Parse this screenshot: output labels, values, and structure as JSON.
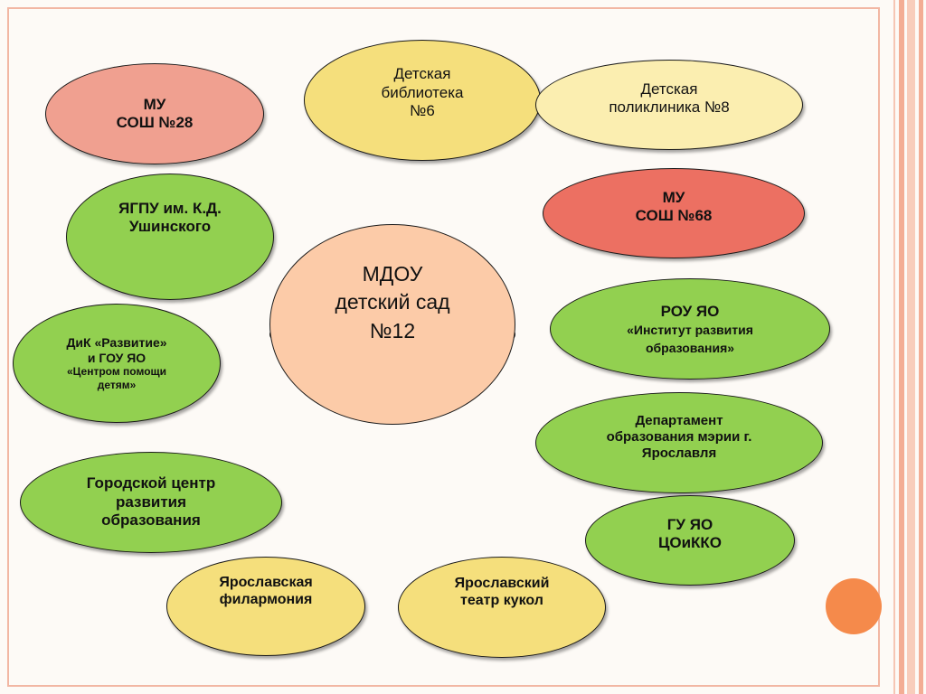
{
  "colors": {
    "frame": "#f2b7a3",
    "green": "#92d050",
    "yellow": "#f5df7c",
    "light_yellow": "#fbeeb0",
    "pink": "#f0a090",
    "red": "#ec7062",
    "peach": "#fccba8",
    "dot": "#f58a4b"
  },
  "center": {
    "lines": [
      "МДОУ",
      "детский сад",
      "№12"
    ]
  },
  "nodes": {
    "mu_sosh_28": [
      "МУ",
      "СОШ №28"
    ],
    "library_6": [
      "Детская",
      "библиотека",
      "№6"
    ],
    "polyclinic_8": [
      "Детская",
      "поликлиника №8"
    ],
    "ygpu": [
      "ЯГПУ им. К.Д.",
      "Ушинского"
    ],
    "mu_sosh_68": [
      "МУ",
      "СОШ №68"
    ],
    "dik": [
      "ДиК «Развитие»",
      "и ГОУ ЯО",
      "«Центром помощи",
      "детям»"
    ],
    "rou_yao": [
      "РОУ ЯО",
      "«Институт развития",
      "образования»"
    ],
    "department": [
      "Департамент",
      "образования мэрии г.",
      "Ярославля"
    ],
    "city_center": [
      "Городской центр",
      "развития",
      "образования"
    ],
    "gu_yao": [
      "ГУ ЯО",
      "ЦОиККО"
    ],
    "philharmonic": [
      "Ярославская",
      "филармония"
    ],
    "puppet_theatre": [
      "Ярославский",
      "театр кукол"
    ]
  }
}
